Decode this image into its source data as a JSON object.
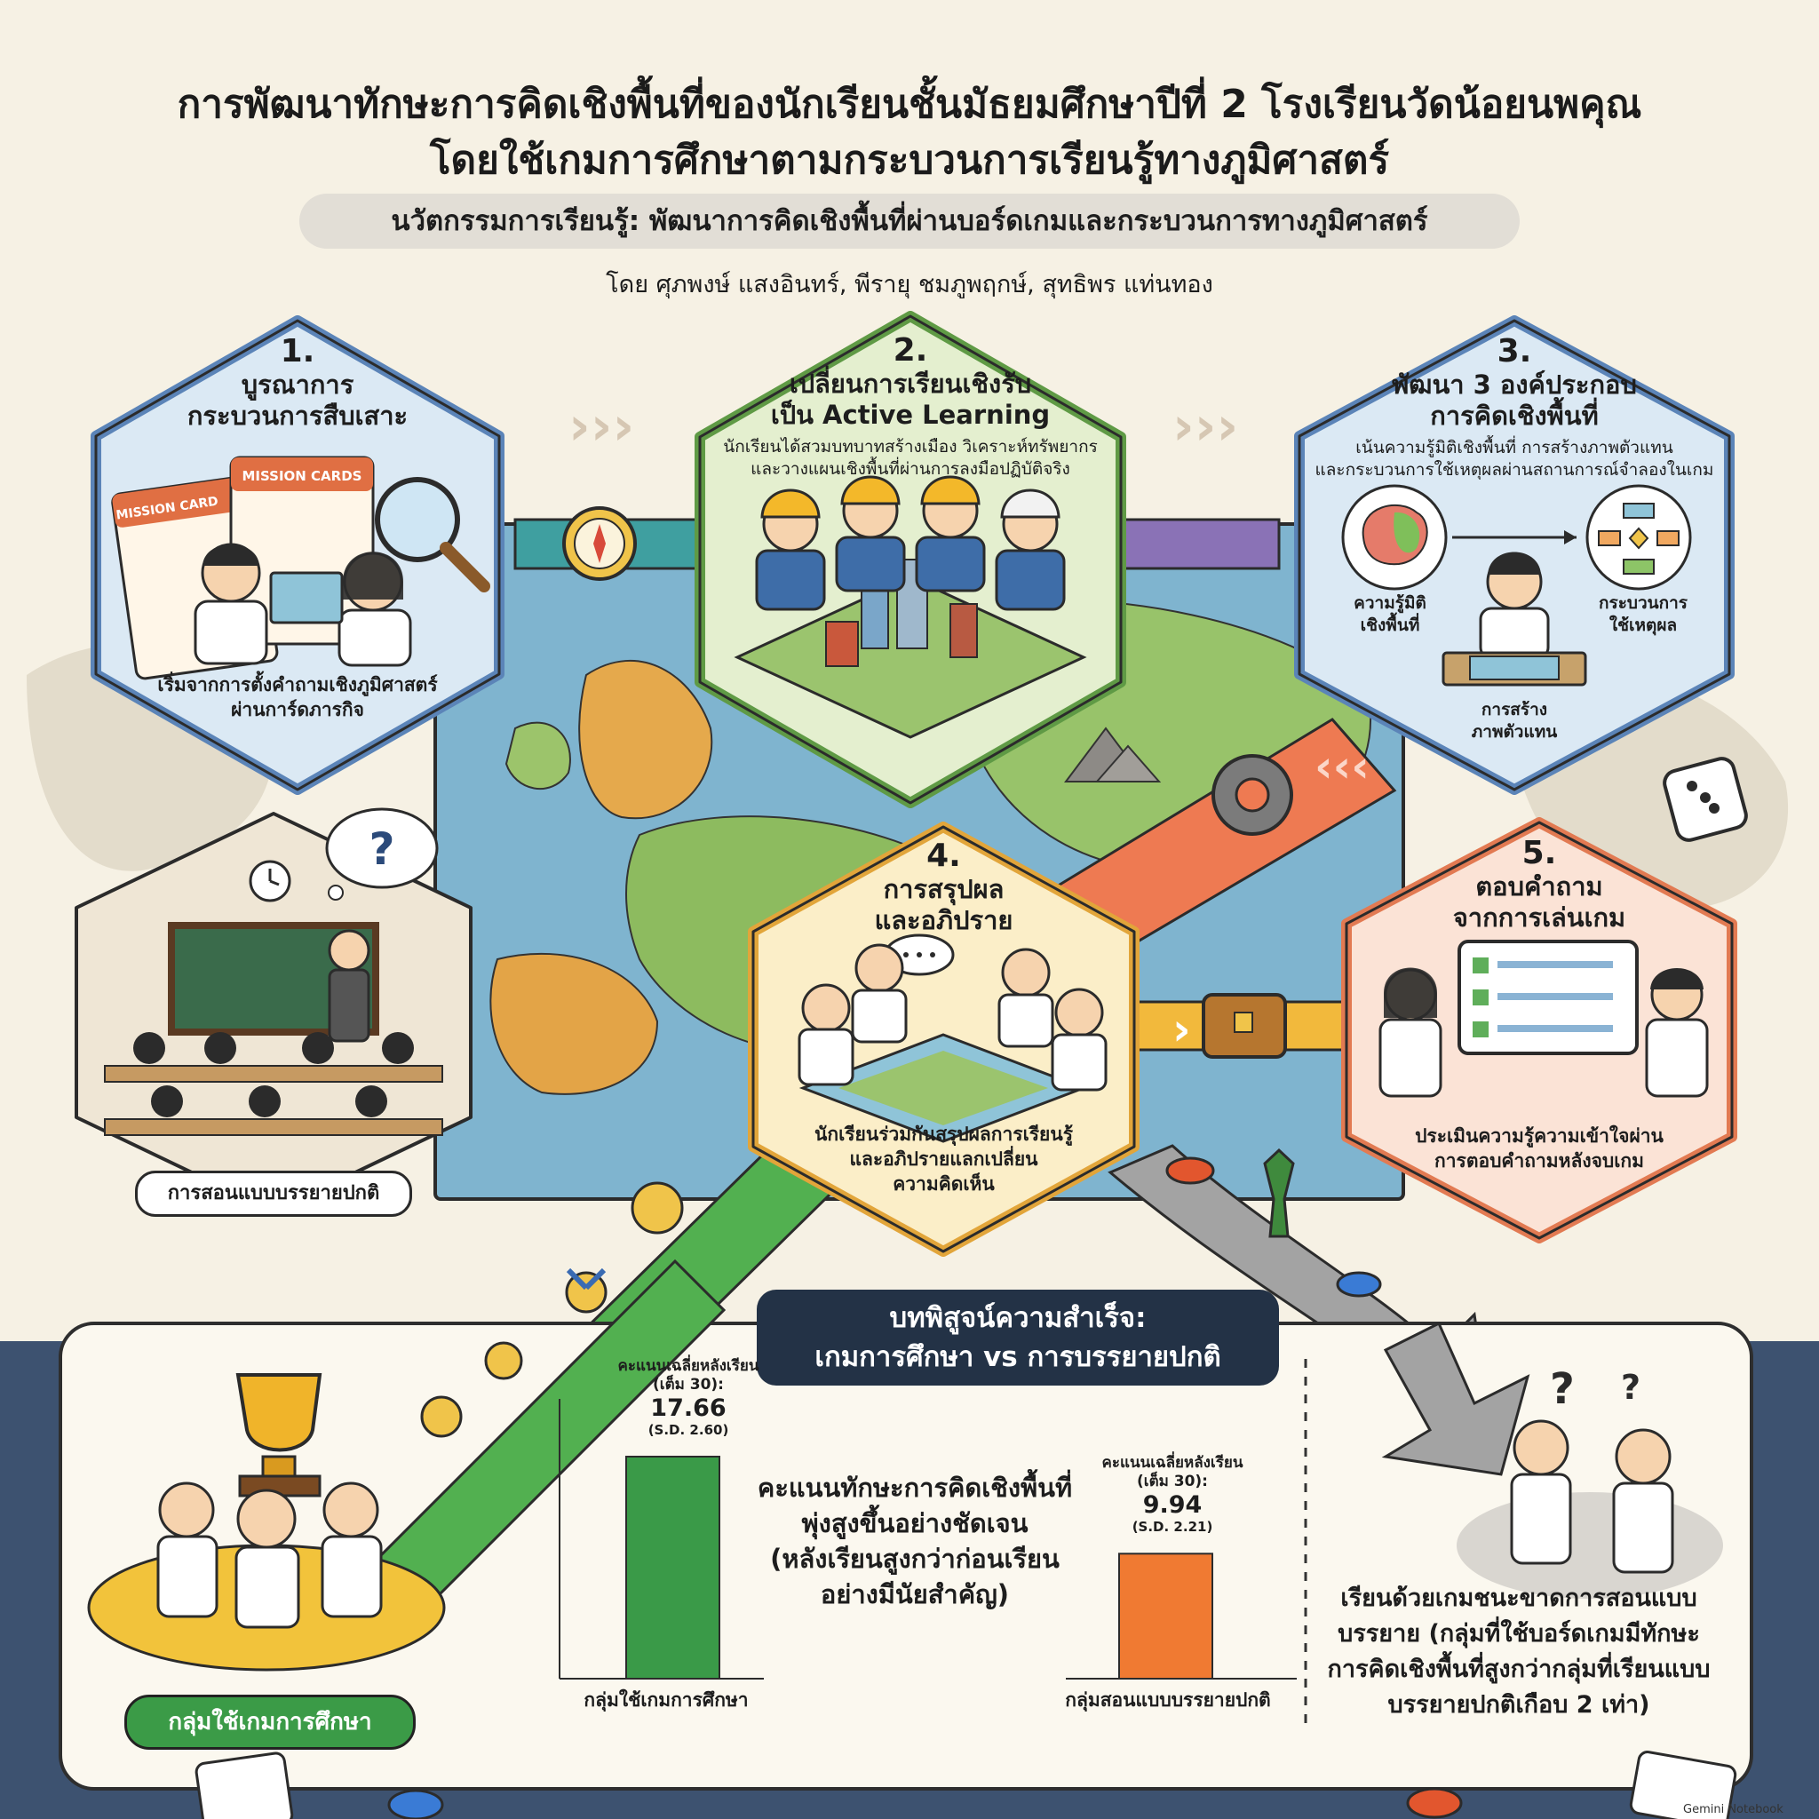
{
  "header": {
    "title_line1": "การพัฒนาทักษะการคิดเชิงพื้นที่ของนักเรียนชั้นมัธยมศึกษาปีที่ 2 โรงเรียนวัดน้อยนพคุณ",
    "title_line2": "โดยใช้เกมการศึกษาตามกระบวนการเรียนรู้ทางภูมิศาสตร์",
    "subtitle": "นวัตกรรมการเรียนรู้: พัฒนาการคิดเชิงพื้นที่ผ่านบอร์ดเกมและกระบวนการทางภูมิศาสตร์",
    "authors": "โดย ศุภพงษ์ แสงอินทร์, พีรายุ ชมภูพฤกษ์, สุทธิพร แท่นทอง"
  },
  "steps": [
    {
      "num": "1.",
      "heading": [
        "บูรณาการ",
        "กระบวนการสืบเสาะ"
      ],
      "cards_label": "MISSION CARDS",
      "cards_label_short": "MISSION CARD",
      "caption": [
        "เริ่มจากการตั้งคำถามเชิงภูมิศาสตร์",
        "ผ่านการ์ดภารกิจ"
      ],
      "color": "#5b84b8"
    },
    {
      "num": "2.",
      "heading": [
        "เปลี่ยนการเรียนเชิงรับ",
        "เป็น Active Learning"
      ],
      "desc": [
        "นักเรียนได้สวมบทบาทสร้างเมือง วิเคราะห์ทรัพยากร",
        "และวางแผนเชิงพื้นที่ผ่านการลงมือปฏิบัติจริง"
      ],
      "color": "#5f9a45"
    },
    {
      "num": "3.",
      "heading": [
        "พัฒนา 3 องค์ประกอบ",
        "การคิดเชิงพื้นที่"
      ],
      "desc": [
        "เน้นความรู้มิติเชิงพื้นที่ การสร้างภาพตัวแทน",
        "และกระบวนการใช้เหตุผลผ่านสถานการณ์จำลองในเกม"
      ],
      "label_left": [
        "ความรู้มิติ",
        "เชิงพื้นที่"
      ],
      "label_right": [
        "กระบวนการ",
        "ใช้เหตุผล"
      ],
      "label_bottom": [
        "การสร้าง",
        "ภาพตัวแทน"
      ],
      "color": "#5b84b8"
    },
    {
      "num": "4.",
      "heading": [
        "การสรุปผล",
        "และอภิปราย"
      ],
      "caption": [
        "นักเรียนร่วมกันสรุปผลการเรียนรู้",
        "และอภิปรายแลกเปลี่ยน",
        "ความคิดเห็น"
      ],
      "color": "#e2a53a"
    },
    {
      "num": "5.",
      "heading": [
        "ตอบคำถาม",
        "จากการเล่นเกม"
      ],
      "caption": [
        "ประเมินความรู้ความเข้าใจผ่าน",
        "การตอบคำถามหลังจบเกม"
      ],
      "color": "#e27a52"
    }
  ],
  "lecture": {
    "label": "การสอนแบบบรรยายปกติ",
    "bubble": "?"
  },
  "results": {
    "title_line1": "บทพิสูจน์ความสำเร็จ:",
    "title_line2": "เกมการศึกษา vs การบรรยายปกติ",
    "claim": [
      "คะแนนทักษะการคิดเชิงพื้นที่",
      "พุ่งสูงขึ้นอย่างชัดเจน",
      "(หลังเรียนสูงกว่าก่อนเรียน",
      "อย่างมีนัยสำคัญ)"
    ],
    "group_game_label": "กลุ่มใช้เกมการศึกษา",
    "verdict": [
      "เรียนด้วยเกมชนะขาดการสอนแบบ",
      "บรรยาย (กลุ่มที่ใช้บอร์ดเกมมีทักษะ",
      "การคิดเชิงพื้นที่สูงกว่ากลุ่มที่เรียนแบบ",
      "บรรยายปกติเกือบ 2 เท่า)"
    ],
    "bars": [
      {
        "label_line1": "คะแนนเฉลี่ยหลังเรียน",
        "label_line2": "(เต็ม 30):",
        "value": 17.66,
        "value_text": "17.66",
        "sd": "(S.D. 2.60)",
        "group": "กลุ่มใช้เกมการศึกษา",
        "color": "#3a9a48"
      },
      {
        "label_line1": "คะแนนเฉลี่ยหลังเรียน",
        "label_line2": "(เต็ม 30):",
        "value": 9.94,
        "value_text": "9.94",
        "sd": "(S.D. 2.21)",
        "group": "กลุ่มสอนแบบบรรยายปกติ",
        "color": "#f07a32"
      }
    ]
  },
  "footer": {
    "watermark": "Gemini Notebook"
  }
}
